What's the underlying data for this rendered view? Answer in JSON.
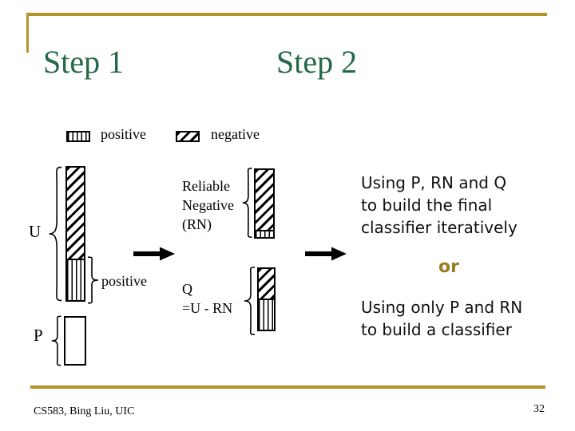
{
  "titles": {
    "step1": "Step 1",
    "step2": "Step 2"
  },
  "legend": [
    {
      "label": "positive",
      "pattern": "vertical-stripes"
    },
    {
      "label": "negative",
      "pattern": "diagonal-stripes"
    }
  ],
  "diagram": {
    "u_label": "U",
    "u_positive_label": "positive",
    "p_label": "P",
    "rn_lines": [
      "Reliable",
      "Negative",
      "(RN)"
    ],
    "q_lines": [
      "Q",
      "=U - RN"
    ]
  },
  "step2_text": {
    "option1_lines": [
      "Using P, RN and Q",
      "to build the final",
      "classifier iteratively"
    ],
    "or_label": "or",
    "option2_lines": [
      "Using only P and RN",
      "to build a classifier"
    ]
  },
  "footer": {
    "course": "CS583, Bing Liu, UIC",
    "page_number": "32"
  },
  "colors": {
    "title_green": "#236949",
    "accent_gold": "#b49428",
    "or_gold": "#9a7b20"
  }
}
